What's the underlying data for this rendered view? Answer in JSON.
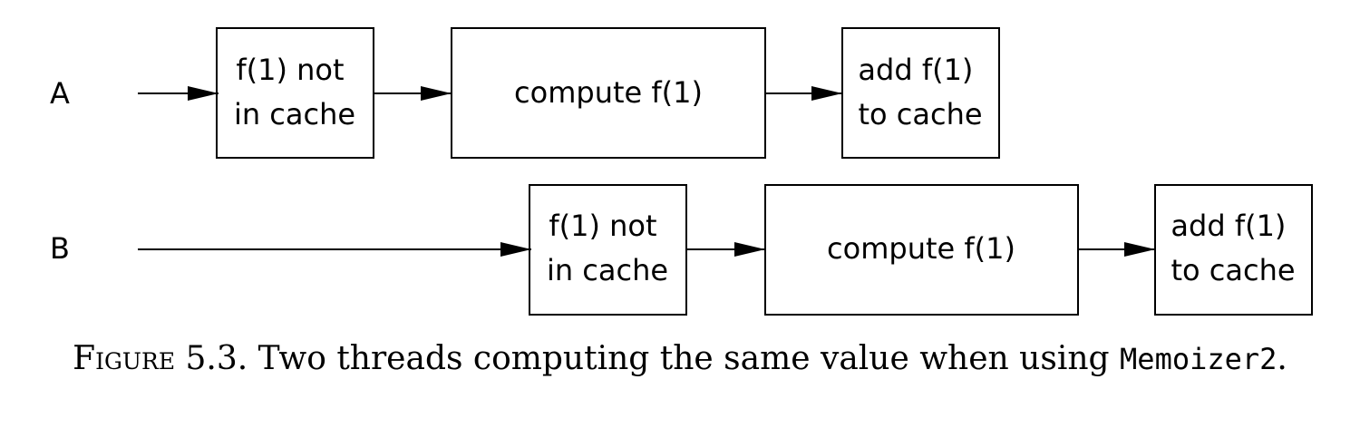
{
  "threads": [
    {
      "label": "A",
      "boxes": [
        {
          "lines": [
            "f(1) not",
            "in cache"
          ]
        },
        {
          "lines": [
            "compute f(1)"
          ]
        },
        {
          "lines": [
            "add f(1)",
            "to cache"
          ]
        }
      ]
    },
    {
      "label": "B",
      "boxes": [
        {
          "lines": [
            "f(1) not",
            "in cache"
          ]
        },
        {
          "lines": [
            "compute f(1)"
          ]
        },
        {
          "lines": [
            "add f(1)",
            "to cache"
          ]
        }
      ]
    }
  ],
  "caption": {
    "figure_label": "Figure 5.3.",
    "text": " Two threads computing the same value when using ",
    "code": "Memoizer2",
    "end": "."
  },
  "colors": {
    "stroke": "#000000",
    "background": "#ffffff"
  }
}
